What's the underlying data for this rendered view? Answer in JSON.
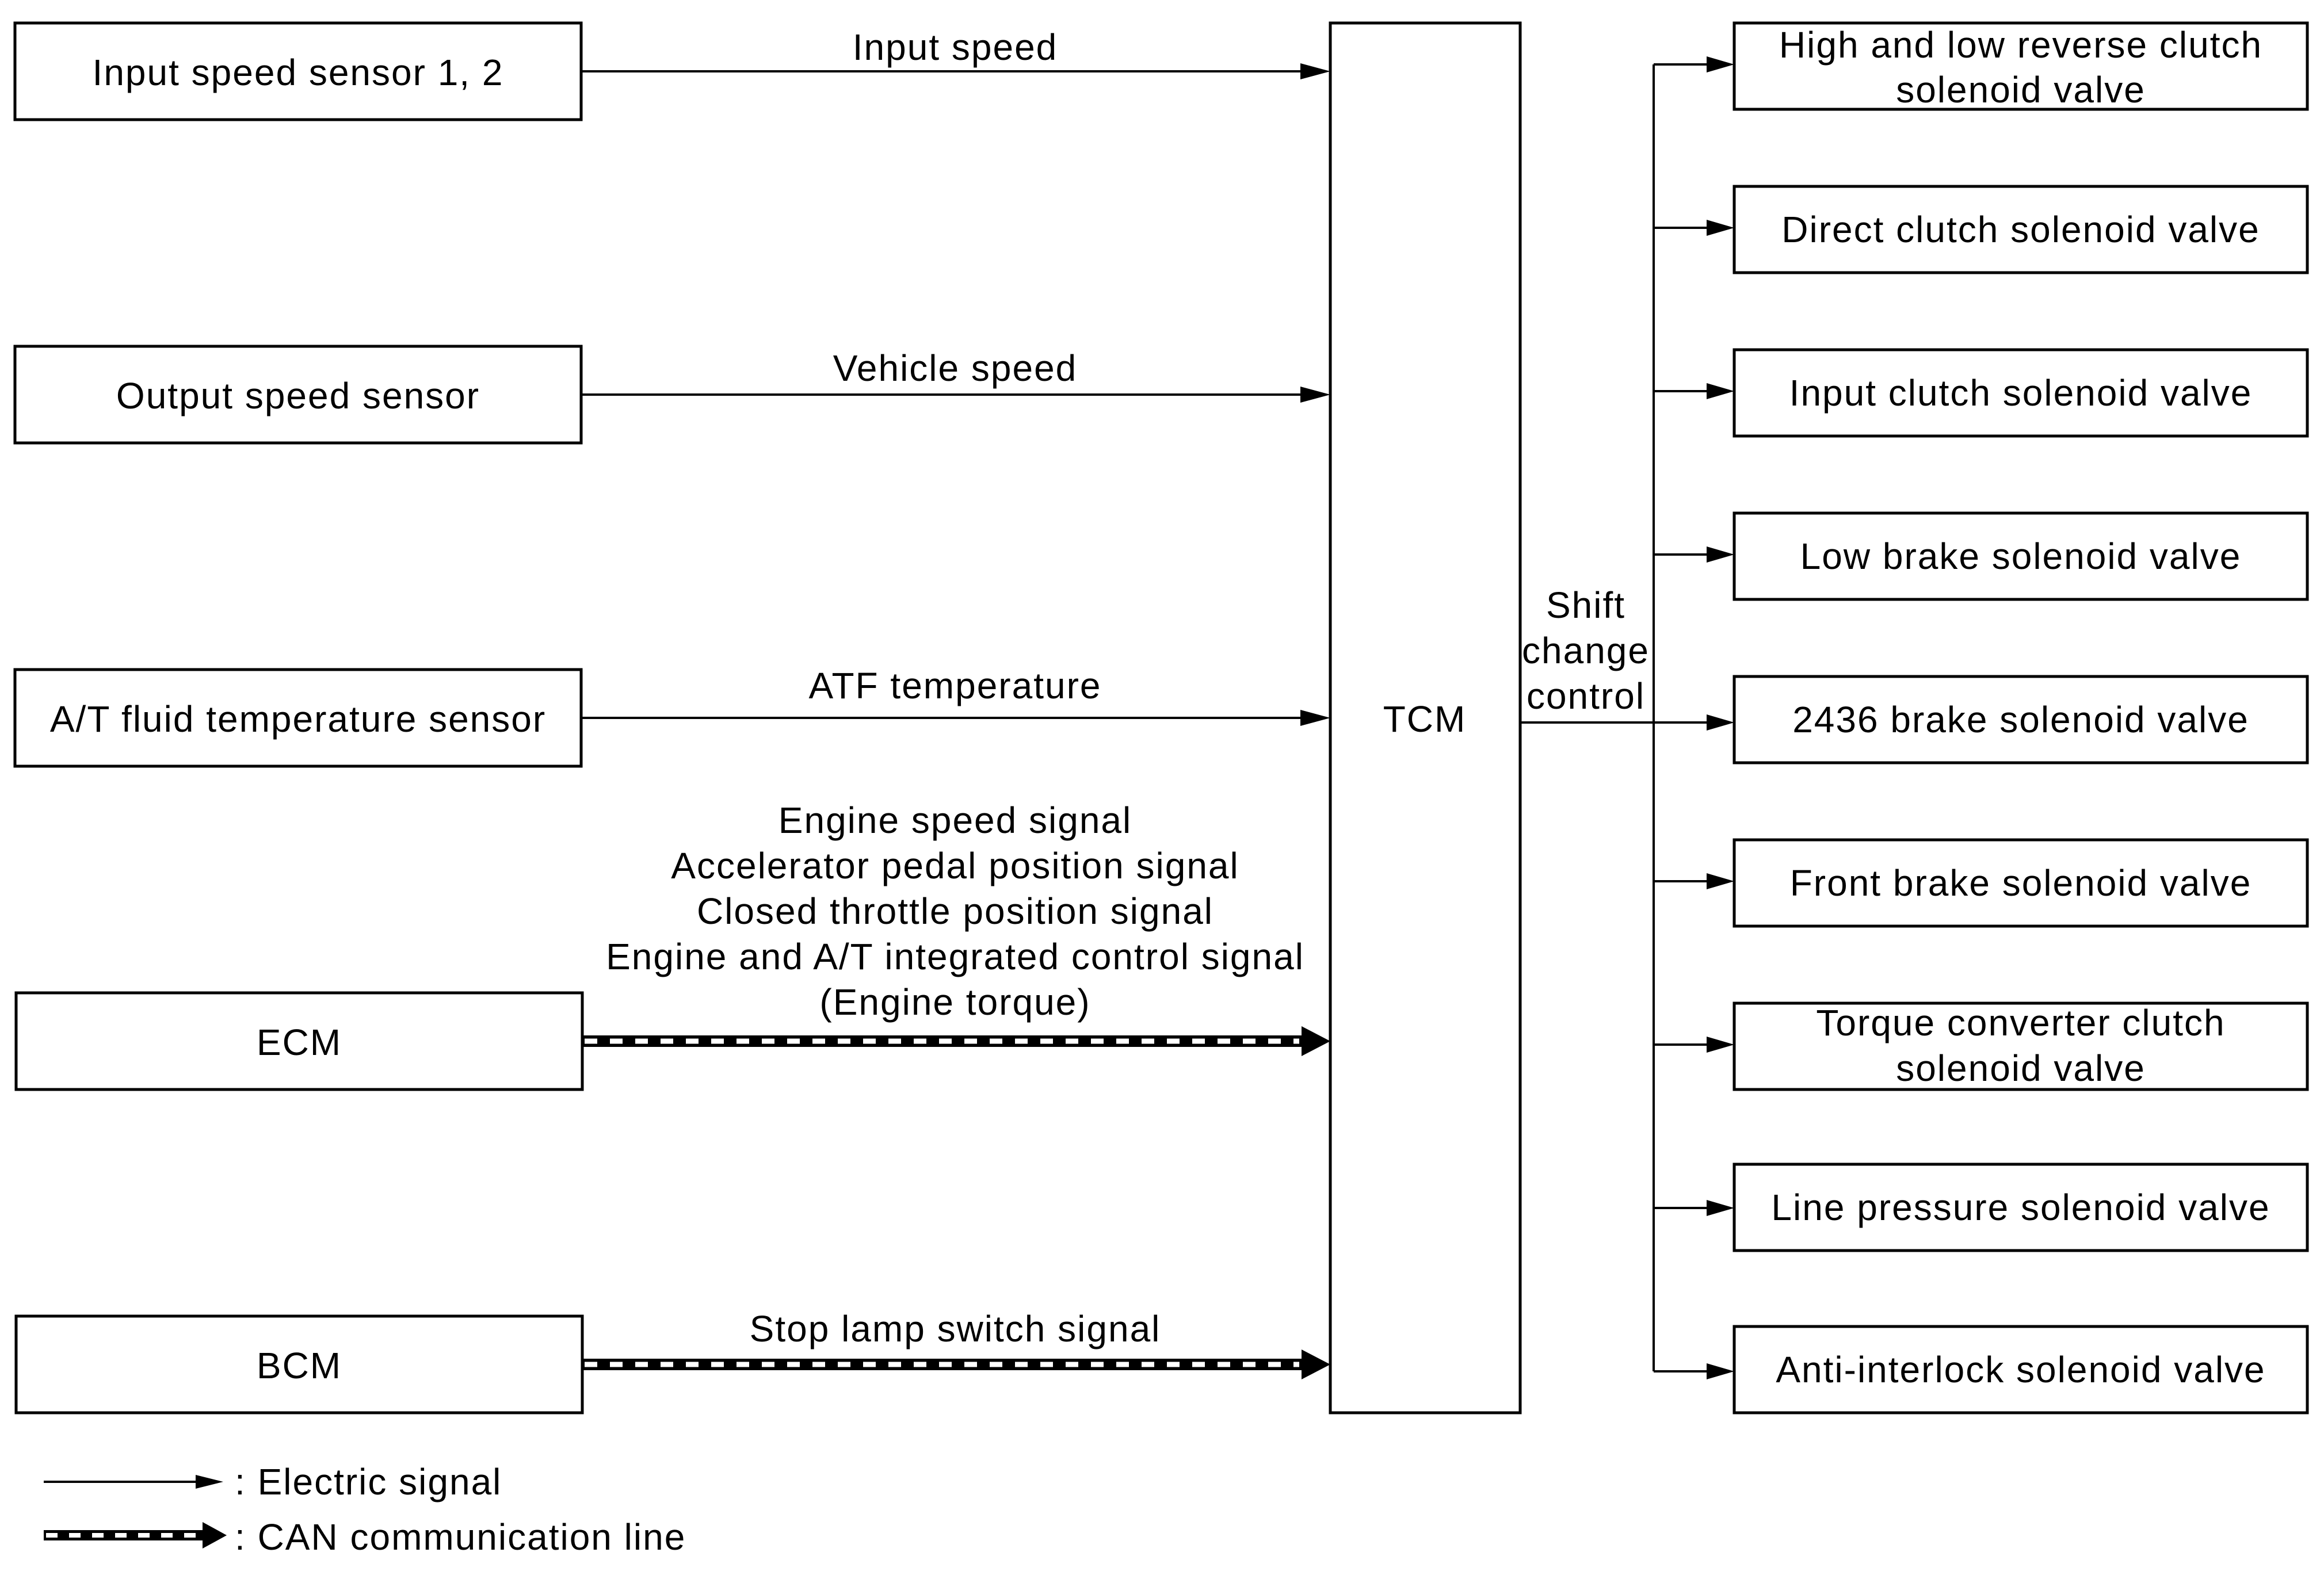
{
  "inputs": [
    {
      "id": "input-speed-sensor",
      "label": "Input speed sensor 1, 2",
      "signal_lines": [
        "Input speed"
      ],
      "line_type": "electric"
    },
    {
      "id": "output-speed-sensor",
      "label": "Output speed sensor",
      "signal_lines": [
        "Vehicle speed"
      ],
      "line_type": "electric"
    },
    {
      "id": "atf-temperature-sensor",
      "label": "A/T fluid temperature sensor",
      "signal_lines": [
        "ATF temperature"
      ],
      "line_type": "electric"
    },
    {
      "id": "ecm",
      "label": "ECM",
      "signal_lines": [
        "Engine speed signal",
        "Accelerator pedal position signal",
        "Closed throttle position signal",
        "Engine and A/T integrated control signal",
        "(Engine torque)"
      ],
      "line_type": "can"
    },
    {
      "id": "bcm",
      "label": "BCM",
      "signal_lines": [
        "Stop lamp switch signal"
      ],
      "line_type": "can"
    }
  ],
  "controller": {
    "label": "TCM"
  },
  "output_signal": {
    "lines": [
      "Shift",
      "change",
      "control"
    ]
  },
  "outputs": [
    {
      "id": "high-low-reverse-clutch",
      "lines": [
        "High and low reverse clutch",
        "solenoid valve"
      ]
    },
    {
      "id": "direct-clutch",
      "lines": [
        "Direct clutch solenoid valve"
      ]
    },
    {
      "id": "input-clutch",
      "lines": [
        "Input clutch solenoid valve"
      ]
    },
    {
      "id": "low-brake",
      "lines": [
        "Low brake solenoid valve"
      ]
    },
    {
      "id": "brake-2346",
      "lines": [
        "2436 brake solenoid valve"
      ]
    },
    {
      "id": "front-brake",
      "lines": [
        "Front brake solenoid valve"
      ]
    },
    {
      "id": "torque-converter-clutch",
      "lines": [
        "Torque converter clutch",
        "solenoid valve"
      ]
    },
    {
      "id": "line-pressure",
      "lines": [
        "Line pressure solenoid valve"
      ]
    },
    {
      "id": "anti-interlock",
      "lines": [
        "Anti-interlock solenoid valve"
      ]
    }
  ],
  "legend": [
    {
      "type": "electric",
      "label": ": Electric signal"
    },
    {
      "type": "can",
      "label": ": CAN communication line"
    }
  ]
}
